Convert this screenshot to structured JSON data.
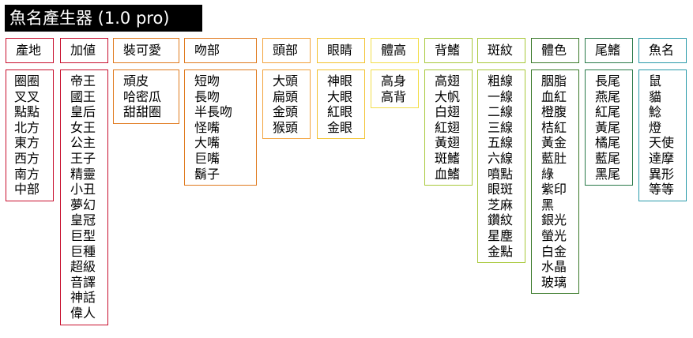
{
  "title": "魚名產生器 (1.0 pro)",
  "columns": [
    {
      "key": "origin",
      "label": "產地",
      "color": "#c8102e",
      "items": [
        "圈圈",
        "叉叉",
        "點點",
        "北方",
        "東方",
        "西方",
        "南方",
        "中部"
      ]
    },
    {
      "key": "bonus",
      "label": "加値",
      "color": "#c8102e",
      "items": [
        "帝王",
        "國王",
        "皇后",
        "女王",
        "公主",
        "王子",
        "精靈",
        "小丑",
        "夢幻",
        "皇冠",
        "巨型",
        "巨種",
        "超級",
        "音譯",
        "神話",
        "偉人"
      ]
    },
    {
      "key": "cute",
      "label": "裝可愛",
      "color": "#e07a1e",
      "items": [
        "頑皮",
        "哈密瓜",
        "甜甜圈"
      ]
    },
    {
      "key": "mouth",
      "label": "吻部",
      "color": "#e07a1e",
      "items": [
        "短吻",
        "長吻",
        "半長吻",
        "怪嘴",
        "大嘴",
        "巨嘴",
        "鬍子"
      ]
    },
    {
      "key": "head",
      "label": "頭部",
      "color": "#f2a23a",
      "items": [
        "大頭",
        "扁頭",
        "金頭",
        "猴頭"
      ]
    },
    {
      "key": "eyes",
      "label": "眼睛",
      "color": "#f2c22e",
      "items": [
        "神眼",
        "大眼",
        "紅眼",
        "金眼"
      ]
    },
    {
      "key": "body",
      "label": "體高",
      "color": "#f2de4a",
      "items": [
        "高身",
        "高背"
      ]
    },
    {
      "key": "dorsal",
      "label": "背鰭",
      "color": "#a8c83a",
      "items": [
        "高翅",
        "大帆",
        "白翅",
        "紅翅",
        "黃翅",
        "斑鰭",
        "血鰭"
      ]
    },
    {
      "key": "pattern",
      "label": "斑紋",
      "color": "#a8c83a",
      "items": [
        "粗線",
        "一線",
        "二線",
        "三線",
        "五線",
        "六線",
        "噴點",
        "眼斑",
        "芝麻",
        "鑽紋",
        "星塵",
        "金點"
      ]
    },
    {
      "key": "color",
      "label": "體色",
      "color": "#3a7a2a",
      "items": [
        "胭脂",
        "血紅",
        "橙腹",
        "桔紅",
        "黃金",
        "藍肚",
        "綠",
        "紫印",
        "黑",
        "銀光",
        "螢光",
        "白金",
        "水晶",
        "玻璃"
      ]
    },
    {
      "key": "tail",
      "label": "尾鰭",
      "color": "#2a7a4a",
      "items": [
        "長尾",
        "燕尾",
        "紅尾",
        "黃尾",
        "橘尾",
        "藍尾",
        "黑尾"
      ]
    },
    {
      "key": "name",
      "label": "魚名",
      "color": "#2a9aaa",
      "items": [
        "鼠",
        "貓",
        "鯰",
        "燈",
        "天使",
        "達摩",
        "異形",
        "等等"
      ]
    }
  ]
}
